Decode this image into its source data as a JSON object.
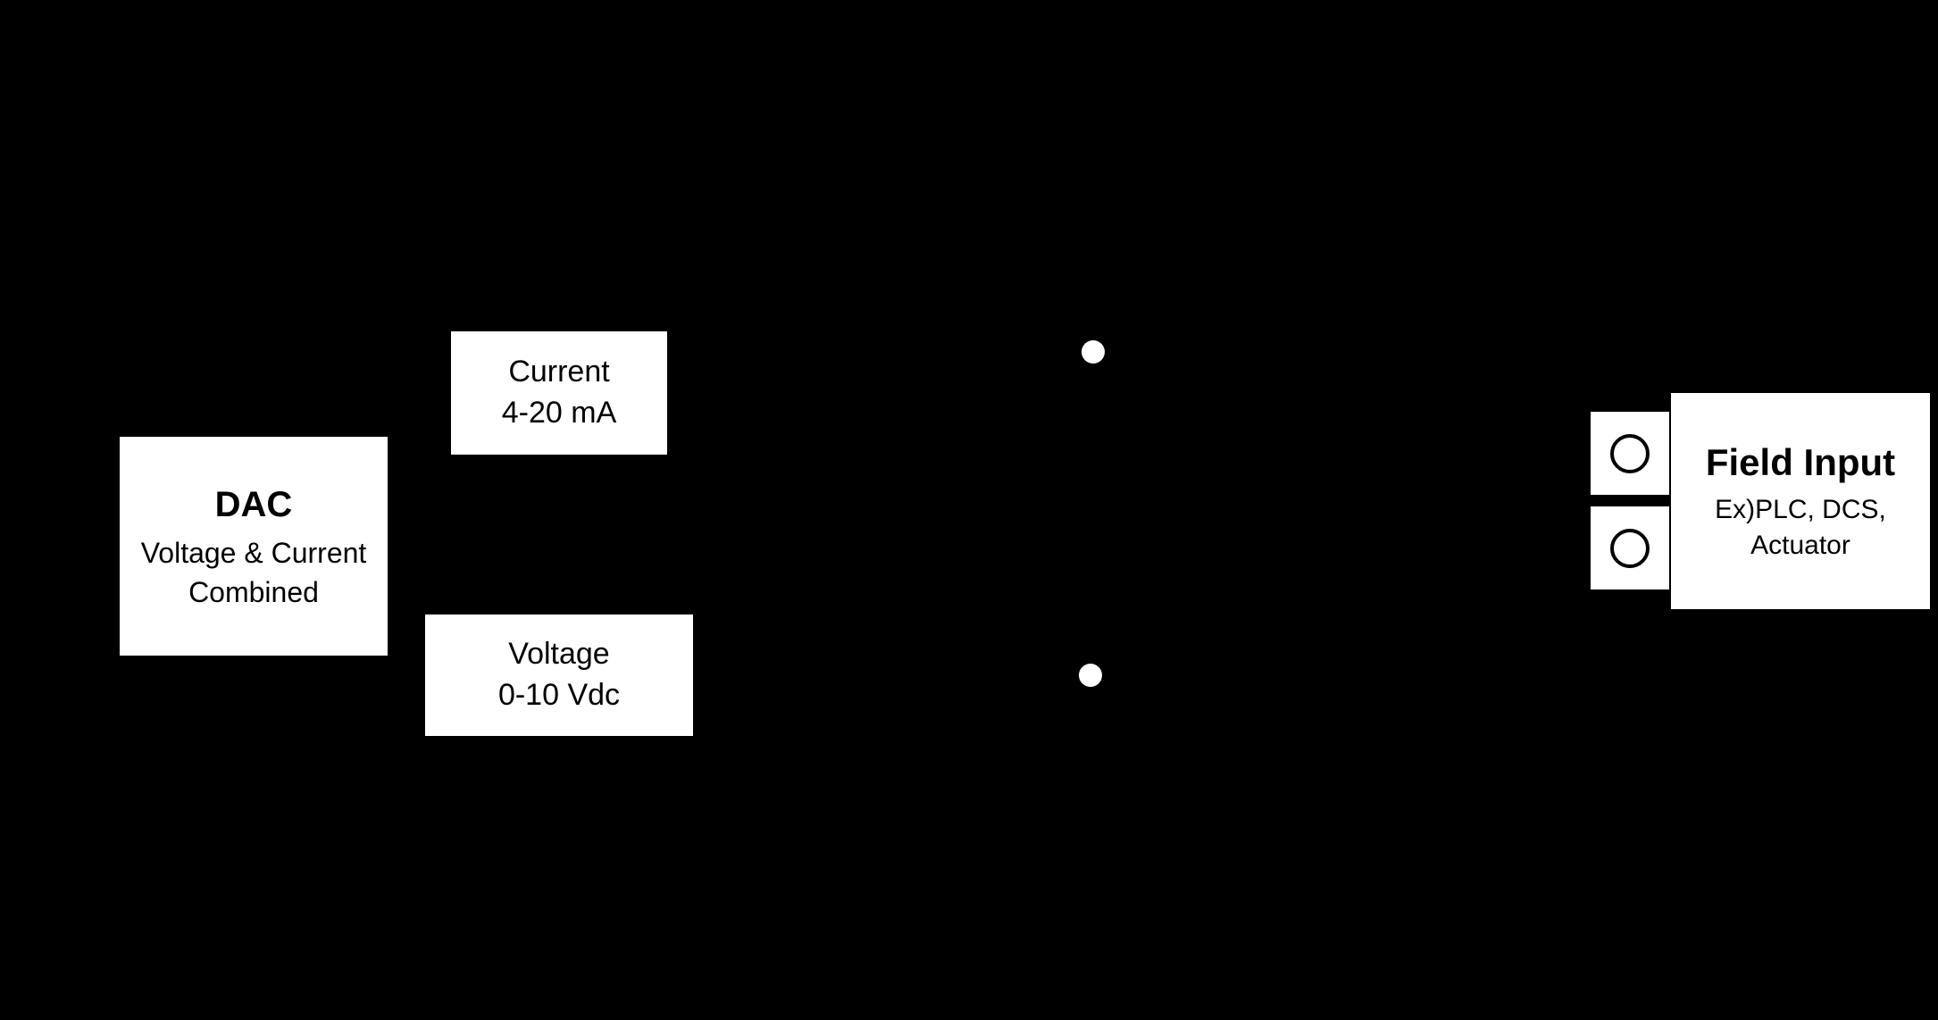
{
  "diagram": {
    "dac": {
      "title": "DAC",
      "subtitle_line1": "Voltage & Current",
      "subtitle_line2": "Combined"
    },
    "current_output": {
      "line1": "Current",
      "line2": "4-20 mA"
    },
    "voltage_output": {
      "line1": "Voltage",
      "line2": "0-10 Vdc"
    },
    "field_input": {
      "title": "Field Input",
      "subtitle_line1": "Ex)PLC, DCS,",
      "subtitle_line2": "Actuator"
    }
  },
  "colors": {
    "background": "#000000",
    "box_fill": "#ffffff",
    "text": "#000000"
  }
}
